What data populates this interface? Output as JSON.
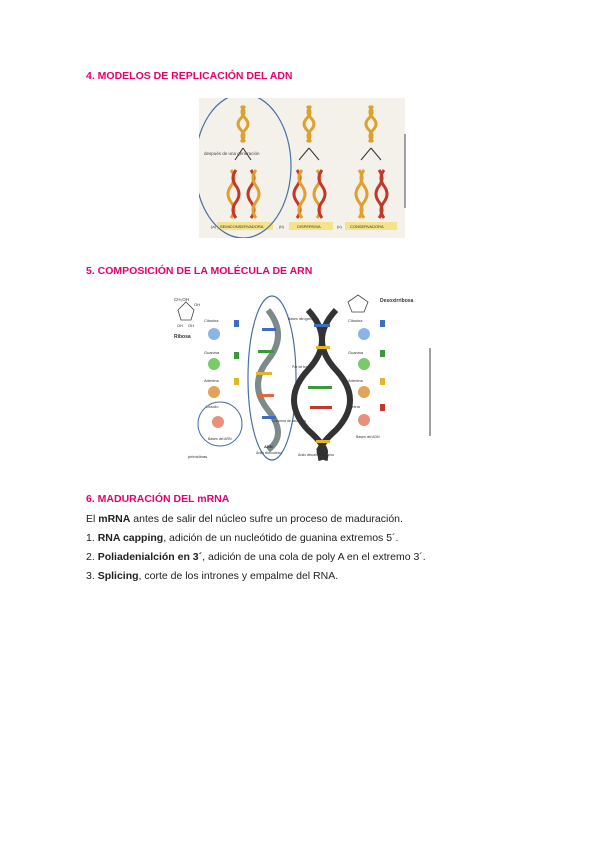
{
  "section4": {
    "heading": "4. MODELOS DE REPLICACIÓN DEL ADN",
    "figure": {
      "note": "después de una generación",
      "labels": [
        "(a)",
        "SEMICONSERVADORA",
        "(b)",
        "DISPERSIVA",
        "(c)",
        "CONSERVADORA"
      ]
    }
  },
  "section5": {
    "heading": "5. COMPOSICIÓN DE LA MOLÉCULA DE ARN",
    "figure": {
      "ribosa": "Ribosa",
      "desoxirribosa": "Desoxirribosa",
      "ch2oh": "CH₂OH",
      "oh": "OH",
      "bases_left": [
        "Citosina",
        "Guanina",
        "Adenina",
        "Uracilo"
      ],
      "bases_right": [
        "Citosina",
        "Guanina",
        "Adenina",
        "Timina"
      ],
      "helix_labels": [
        "Bases nitrogenadas",
        "Par de bases",
        "Columna de azúcares"
      ],
      "arn_title": "ARN",
      "arn_sub": "Ácido ribonucleico",
      "adn_title": "ADN",
      "adn_sub": "Ácido desoxirribonucleico",
      "base_arn": "Bases del ARN",
      "base_adn": "Bases del ADN",
      "pirimidinas": "pirimidinas"
    }
  },
  "section6": {
    "heading": "6. MADURACIÓN DEL mRNA",
    "intro": {
      "pre": "El ",
      "bold": "mRNA",
      "post": " antes de salir del núcleo sufre un proceso de maduración."
    },
    "items": [
      {
        "num": "1. ",
        "bold": "RNA capping",
        "rest": ", adición de un nucleótido de guanina extremos 5´."
      },
      {
        "num": "2. ",
        "bold": "Poliadenialción en 3´",
        "rest": ", adición de una cola de poly A en el extremo 3´."
      },
      {
        "num": "3. ",
        "bold": "Splicing",
        "rest": ", corte de los intrones y empalme del RNA."
      }
    ]
  }
}
